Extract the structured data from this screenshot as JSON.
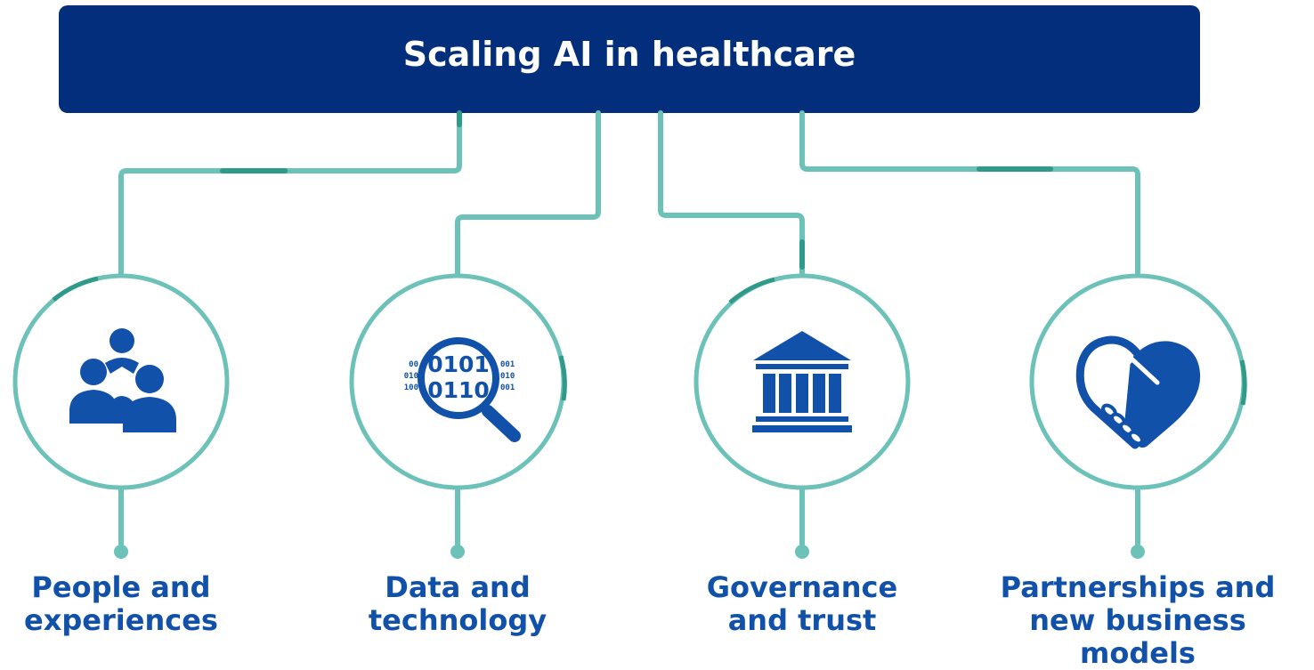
{
  "title": "Scaling AI in healthcare",
  "colors": {
    "header_bg": "#022e7b",
    "connector": "#6cc2b8",
    "connector_dark": "#2f9a8a",
    "icon": "#1151a9",
    "label": "#1151a9"
  },
  "pillars": [
    {
      "icon": "people-group-icon",
      "line1": "People and",
      "line2": "experiences"
    },
    {
      "icon": "binary-magnifier-icon",
      "line1": "Data and",
      "line2": "technology",
      "binary": {
        "big_top": "0101",
        "big_bottom": "0110",
        "small_left": [
          "00",
          "010",
          "100"
        ],
        "small_right": [
          "001",
          "010",
          "001"
        ]
      }
    },
    {
      "icon": "government-building-icon",
      "line1": "Governance",
      "line2": "and trust"
    },
    {
      "icon": "handshake-heart-icon",
      "line1": "Partnerships and",
      "line2": "new business models"
    }
  ]
}
